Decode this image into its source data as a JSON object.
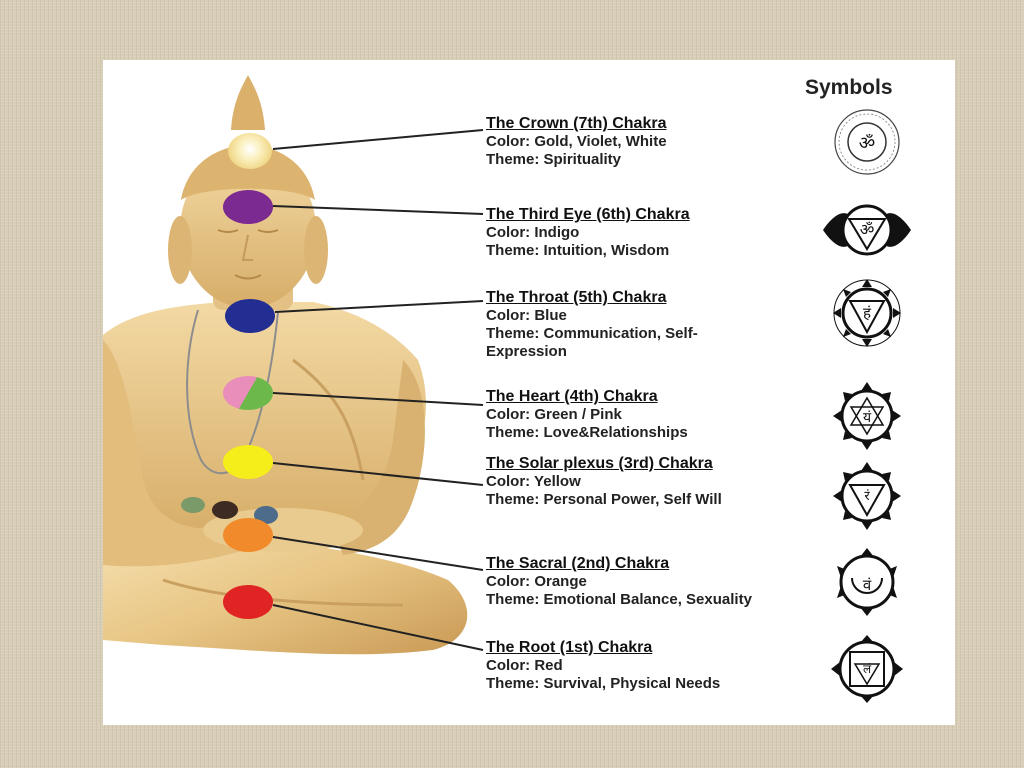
{
  "symbols_heading": "Symbols",
  "chakras": [
    {
      "title": "The Crown (7th) Chakra",
      "color_line": "Color: Gold, Violet, White",
      "theme_line": "Theme: Spirituality",
      "dot": "#f2dc7a",
      "dot2": "#ffffff",
      "glyph": "ॐ"
    },
    {
      "title": "The Third Eye (6th) Chakra",
      "color_line": "Color: Indigo",
      "theme_line": "Theme: Intuition, Wisdom",
      "dot": "#7b2a92",
      "glyph": "ॐ"
    },
    {
      "title": "The Throat (5th) Chakra",
      "color_line": "Color: Blue",
      "theme_line": "Theme: Communication, Self-Expression",
      "dot": "#222e92",
      "glyph": "हं"
    },
    {
      "title": "The Heart (4th) Chakra",
      "color_line": "Color: Green / Pink",
      "theme_line": "Theme: Love&Relationships",
      "dot": "#e98dbb",
      "dot2": "#6cb84a",
      "glyph": "यं"
    },
    {
      "title": "The Solar plexus (3rd) Chakra",
      "color_line": "Color: Yellow",
      "theme_line": "Theme: Personal Power, Self Will",
      "dot": "#f5ee1a",
      "glyph": "रं"
    },
    {
      "title": "The Sacral (2nd) Chakra",
      "color_line": "Color: Orange",
      "theme_line": "Theme: Emotional Balance, Sexuality",
      "dot": "#f08a2a",
      "glyph": "वं"
    },
    {
      "title": "The Root (1st) Chakra",
      "color_line": "Color: Red",
      "theme_line": "Theme: Survival,  Physical Needs",
      "dot": "#e02424",
      "glyph": "लं"
    }
  ]
}
